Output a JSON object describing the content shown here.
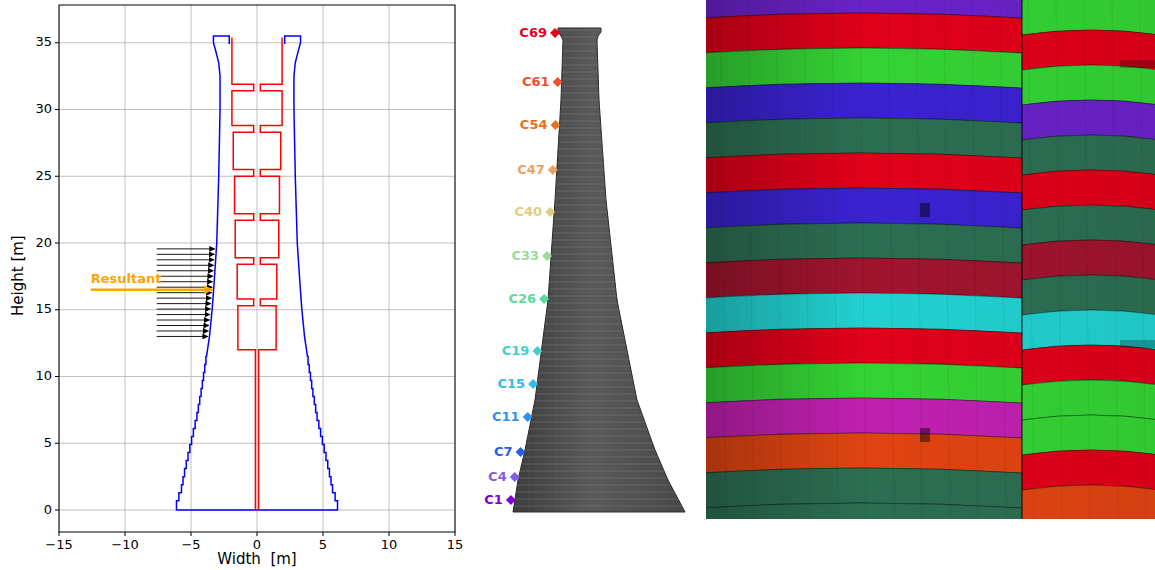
{
  "diagram": {
    "labels": [
      "0",
      "5",
      "10",
      "15",
      "20",
      "25",
      "30",
      "35",
      "−15",
      "−10",
      "−5",
      "0",
      "5",
      "10",
      "15",
      "Height [m]",
      "Width  [m]",
      "Resultant",
      "C69",
      "C61",
      "C54",
      "C47",
      "C40",
      "C33",
      "C26",
      "C19",
      "C15",
      "C11",
      "C7",
      "C4",
      "C1"
    ]
  }
}
